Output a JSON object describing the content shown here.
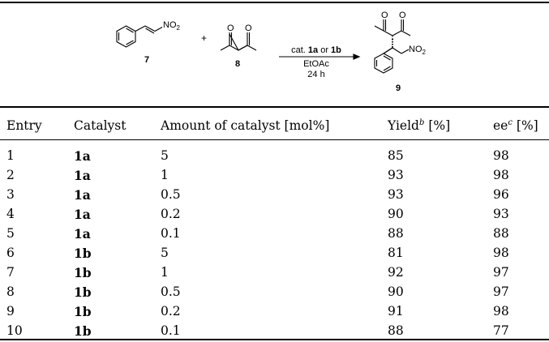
{
  "scheme": {
    "reactant_label_1": "7",
    "reactant_label_2": "8",
    "product_label": "9",
    "plus": "+",
    "nitro_group": "NO",
    "nitro_subscript": "2",
    "ketone_o": "O",
    "conditions": {
      "line1_prefix": "cat. ",
      "line1_cat_a": "1a",
      "line1_or": " or ",
      "line1_cat_b": "1b",
      "line2": "EtOAc",
      "line3": "24 h"
    }
  },
  "table": {
    "headers": {
      "entry": "Entry",
      "catalyst": "Catalyst",
      "amount": "Amount of catalyst [mol%]",
      "yield": "Yield",
      "yield_sup": "b",
      "yield_unit": " [%]",
      "ee": "ee",
      "ee_sup": "c",
      "ee_unit": " [%]"
    },
    "rows": [
      {
        "entry": "1",
        "catalyst": "1a",
        "amount": "5",
        "yield": "85",
        "ee": "98"
      },
      {
        "entry": "2",
        "catalyst": "1a",
        "amount": "1",
        "yield": "93",
        "ee": "98"
      },
      {
        "entry": "3",
        "catalyst": "1a",
        "amount": "0.5",
        "yield": "93",
        "ee": "96"
      },
      {
        "entry": "4",
        "catalyst": "1a",
        "amount": "0.2",
        "yield": "90",
        "ee": "93"
      },
      {
        "entry": "5",
        "catalyst": "1a",
        "amount": "0.1",
        "yield": "88",
        "ee": "88"
      },
      {
        "entry": "6",
        "catalyst": "1b",
        "amount": "5",
        "yield": "81",
        "ee": "98"
      },
      {
        "entry": "7",
        "catalyst": "1b",
        "amount": "1",
        "yield": "92",
        "ee": "97"
      },
      {
        "entry": "8",
        "catalyst": "1b",
        "amount": "0.5",
        "yield": "90",
        "ee": "97"
      },
      {
        "entry": "9",
        "catalyst": "1b",
        "amount": "0.2",
        "yield": "91",
        "ee": "98"
      },
      {
        "entry": "10",
        "catalyst": "1b",
        "amount": "0.1",
        "yield": "88",
        "ee": "77"
      }
    ]
  }
}
